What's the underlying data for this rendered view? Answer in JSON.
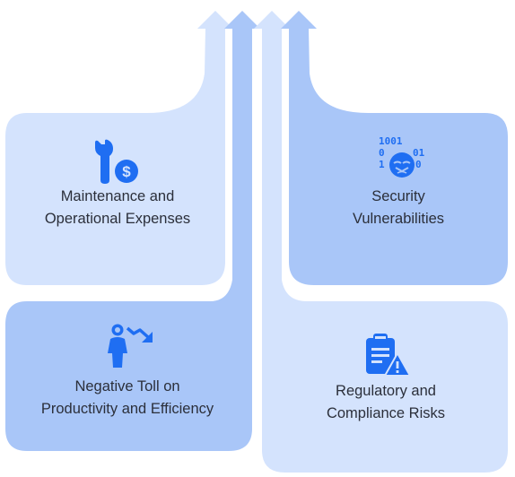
{
  "cards": [
    {
      "id": "maintenance",
      "lines": [
        "Maintenance and",
        "Operational Expenses"
      ],
      "icon": "wrench-dollar-icon"
    },
    {
      "id": "security",
      "lines": [
        "Security",
        "Vulnerabilities"
      ],
      "icon": "binary-hacker-icon"
    },
    {
      "id": "productivity",
      "lines": [
        "Negative Toll on",
        "Productivity and Efficiency"
      ],
      "icon": "person-decline-icon"
    },
    {
      "id": "regulatory",
      "lines": [
        "Regulatory and",
        "Compliance Risks"
      ],
      "icon": "clipboard-warning-icon"
    }
  ],
  "colors": {
    "light_blue": "#d4e3fd",
    "mid_blue": "#a9c6f8",
    "icon_blue": "#1f6ef2",
    "text": "#2b2f3a"
  }
}
